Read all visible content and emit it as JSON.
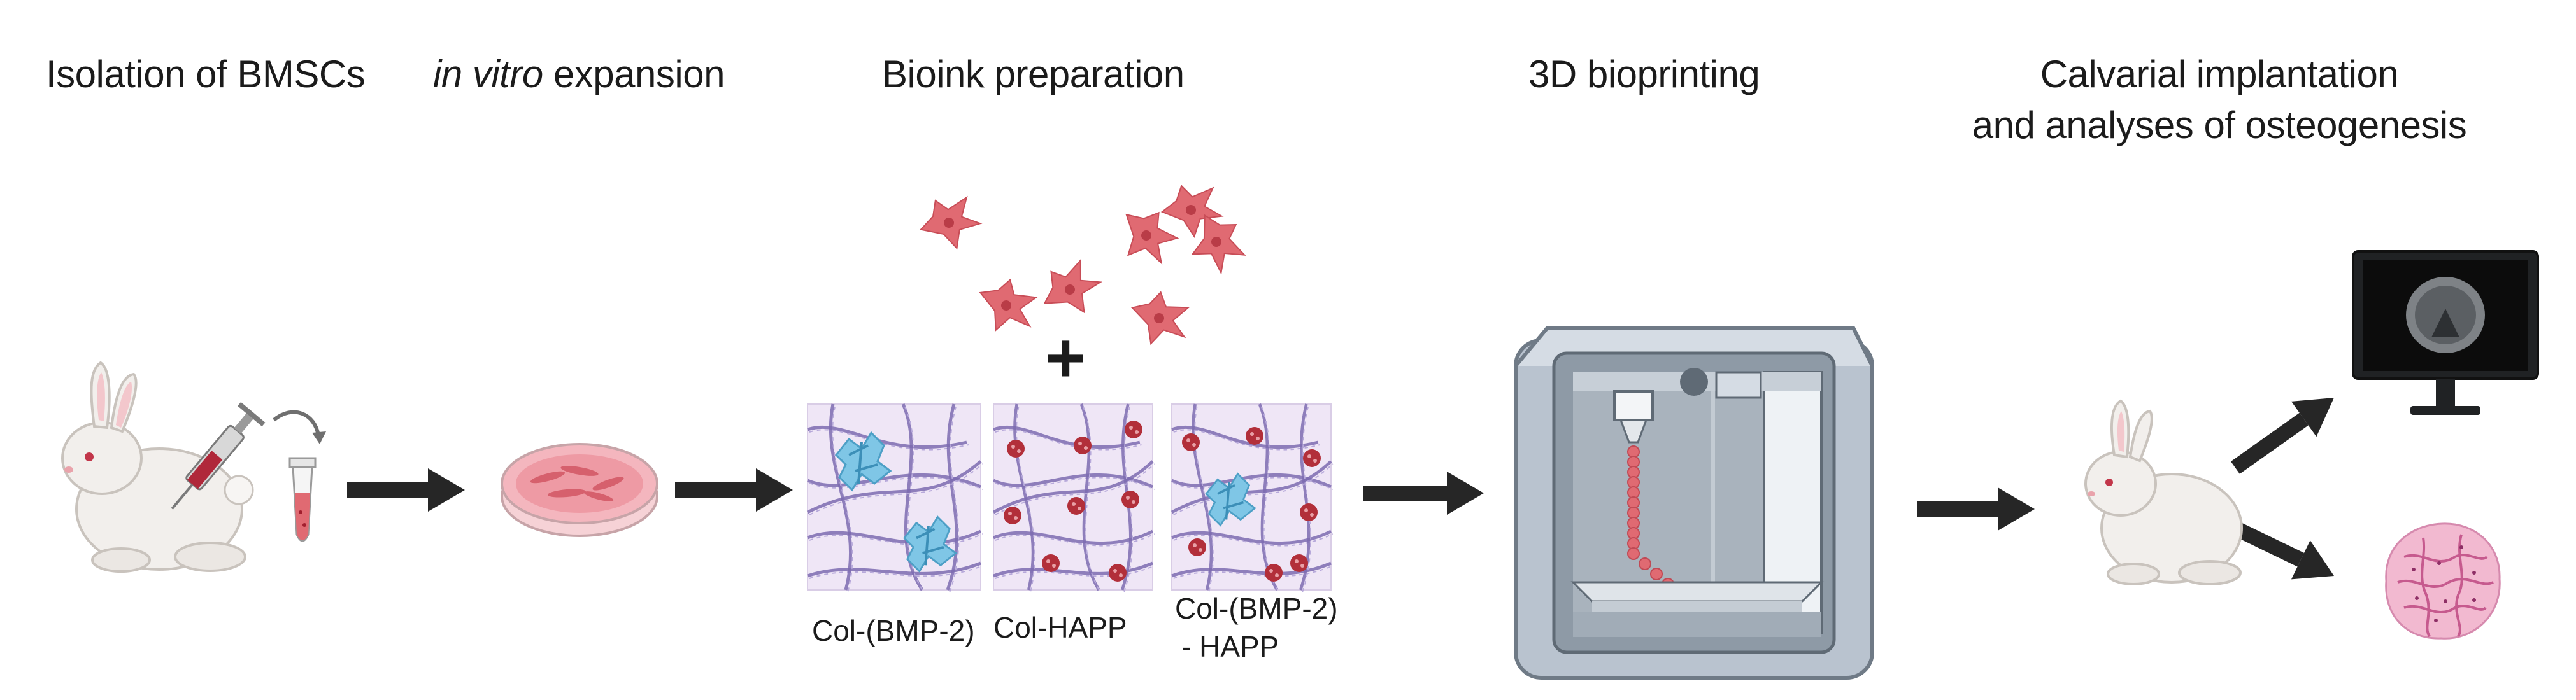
{
  "steps": {
    "isolation": "Isolation of BMSCs",
    "expansion_italic": "in vitro",
    "expansion_rest": " expansion",
    "bioink": "Bioink preparation",
    "bioprinting": "3D bioprinting",
    "implant_line1": "Calvarial implantation",
    "implant_line2": "and analyses of osteogenesis"
  },
  "bioinks": [
    {
      "label": "Col-(BMP-2)"
    },
    {
      "label": "Col-HAPP"
    },
    {
      "label_line1": "Col-(BMP-2)",
      "label_line2": "- HAPP"
    }
  ],
  "symbols": {
    "plus": "+"
  },
  "colors": {
    "arrow": "#262626",
    "cell": "#e06a72",
    "fiber": "#7d6bb0",
    "bmp": "#7fc6e6",
    "happ": "#b22f3a",
    "panel_bg": "#efe6f6",
    "printer_frame": "#b9c3cf",
    "printer_inner": "#8e9aa6"
  }
}
